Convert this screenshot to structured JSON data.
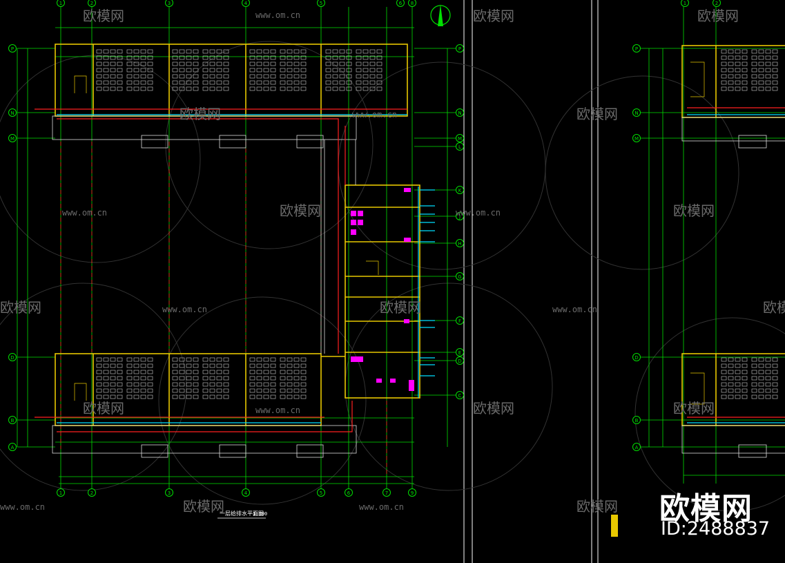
{
  "drawing": {
    "title": "一层给排水平面图",
    "scale": "1:100",
    "left_axes_top": [
      "1",
      "2",
      "3",
      "4",
      "5",
      "6",
      "8"
    ],
    "left_axes_bottom": [
      "1",
      "2",
      "3",
      "4",
      "5",
      "6",
      "7",
      "9"
    ],
    "right_axes_top": [
      "1",
      "2"
    ],
    "left_rows": [
      "P",
      "N",
      "M",
      "D",
      "B",
      "A"
    ],
    "right_rows_gridlines": [
      "P",
      "N",
      "M",
      "L",
      "K",
      "J",
      "H",
      "G",
      "F",
      "E",
      "D",
      "C"
    ],
    "right_view_rows": [
      "P",
      "N",
      "M",
      "D",
      "B",
      "A"
    ],
    "north_symbol": "N"
  },
  "watermark": {
    "brand": "欧模网",
    "url": "www.om.cn"
  },
  "badge": {
    "name": "欧模网",
    "id_text": "ID:2488837"
  },
  "colors": {
    "background": "#000000",
    "axis_green": "#00e000",
    "wall_yellow": "#e8c800",
    "pipe_red": "#ff2020",
    "pipe_cyan": "#00e0ff",
    "fixture_magenta": "#ff00ff",
    "text_white": "#ffffff",
    "dimension_blue": "#3050ff"
  }
}
